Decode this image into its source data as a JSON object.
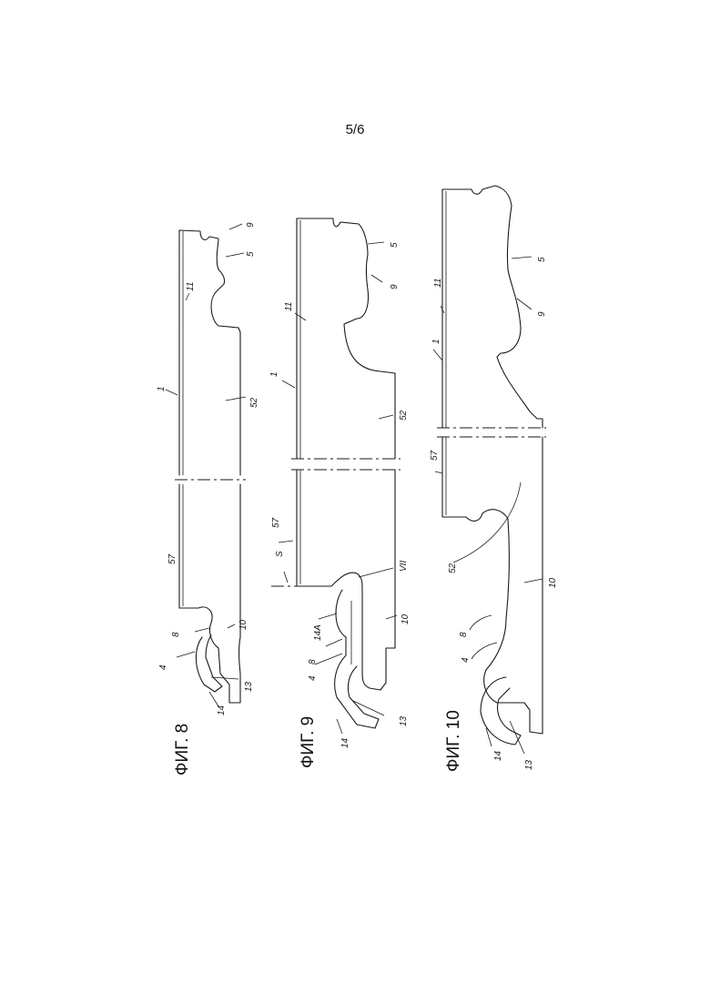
{
  "page": {
    "number": "5/6"
  },
  "figures": [
    {
      "caption": "ФИГ. 8",
      "labels": {
        "l1": "1",
        "l4": "4",
        "l5": "5",
        "l8": "8",
        "l9": "9",
        "l10": "10",
        "l11": "11",
        "l13": "13",
        "l14": "14",
        "l52": "52",
        "l57": "57"
      }
    },
    {
      "caption": "ФИГ. 9",
      "labels": {
        "l1": "1",
        "l4": "4",
        "l5": "5",
        "l8": "8",
        "l9": "9",
        "l10": "10",
        "l11": "11",
        "l13": "13",
        "l14": "14",
        "l14A": "14A",
        "l52": "52",
        "l57": "57",
        "lS": "S",
        "lVII": "VII"
      }
    },
    {
      "caption": "ФИГ. 10",
      "labels": {
        "l1": "1",
        "l4": "4",
        "l5": "5",
        "l8": "8",
        "l9": "9",
        "l10": "10",
        "l11": "11",
        "l13": "13",
        "l14": "14",
        "l52": "52",
        "l57": "57"
      }
    }
  ]
}
